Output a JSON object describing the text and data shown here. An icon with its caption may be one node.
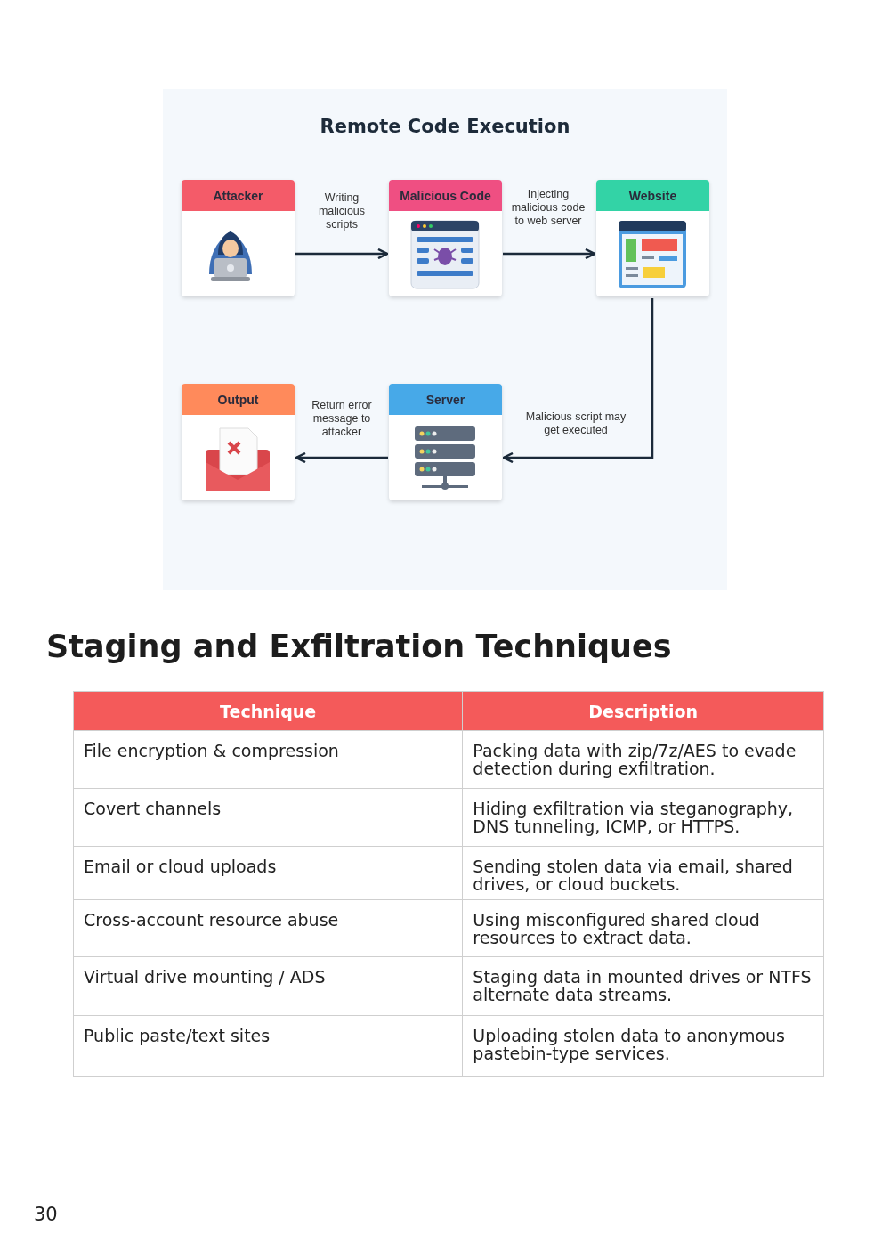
{
  "diagram": {
    "title": "Remote Code Execution",
    "nodes": [
      {
        "text": [
          "Attacker"
        ]
      },
      {
        "text": [
          "Malicious Code"
        ]
      },
      {
        "text": [
          "Website"
        ]
      },
      {
        "text": [
          "Output"
        ]
      },
      {
        "text": [
          "Server"
        ]
      }
    ],
    "edges": [
      {
        "from": 0,
        "to": 1,
        "arrow": "to",
        "label": "Writing malicious scripts"
      },
      {
        "from": 1,
        "to": 2,
        "arrow": "to",
        "label": "Injecting malicious code to web server"
      },
      {
        "from": 2,
        "to": 4,
        "arrow": "to",
        "label": "Malicious script may get executed"
      },
      {
        "from": 4,
        "to": 3,
        "arrow": "to",
        "label": "Return error message to attacker"
      }
    ],
    "labels": [
      "Staging and Exfiltration Techniques",
      "Technique",
      "Description",
      "File encryption & compression",
      "Packing data with zip/7z/AES to evade detection during exfiltration.",
      "Covert channels",
      "Hiding exfiltration via steganography, DNS tunneling, ICMP, or HTTPS.",
      "Email or cloud uploads",
      "Sending stolen data via email, shared drives, or cloud buckets.",
      "Cross-account resource abuse",
      "Using misconfigured shared cloud resources to extract data.",
      "Virtual drive mounting / ADS",
      "Staging data in mounted drives or NTFS alternate data streams.",
      "Public paste/text sites",
      "Uploading stolen data to anonymous pastebin-type services.",
      "30"
    ]
  }
}
